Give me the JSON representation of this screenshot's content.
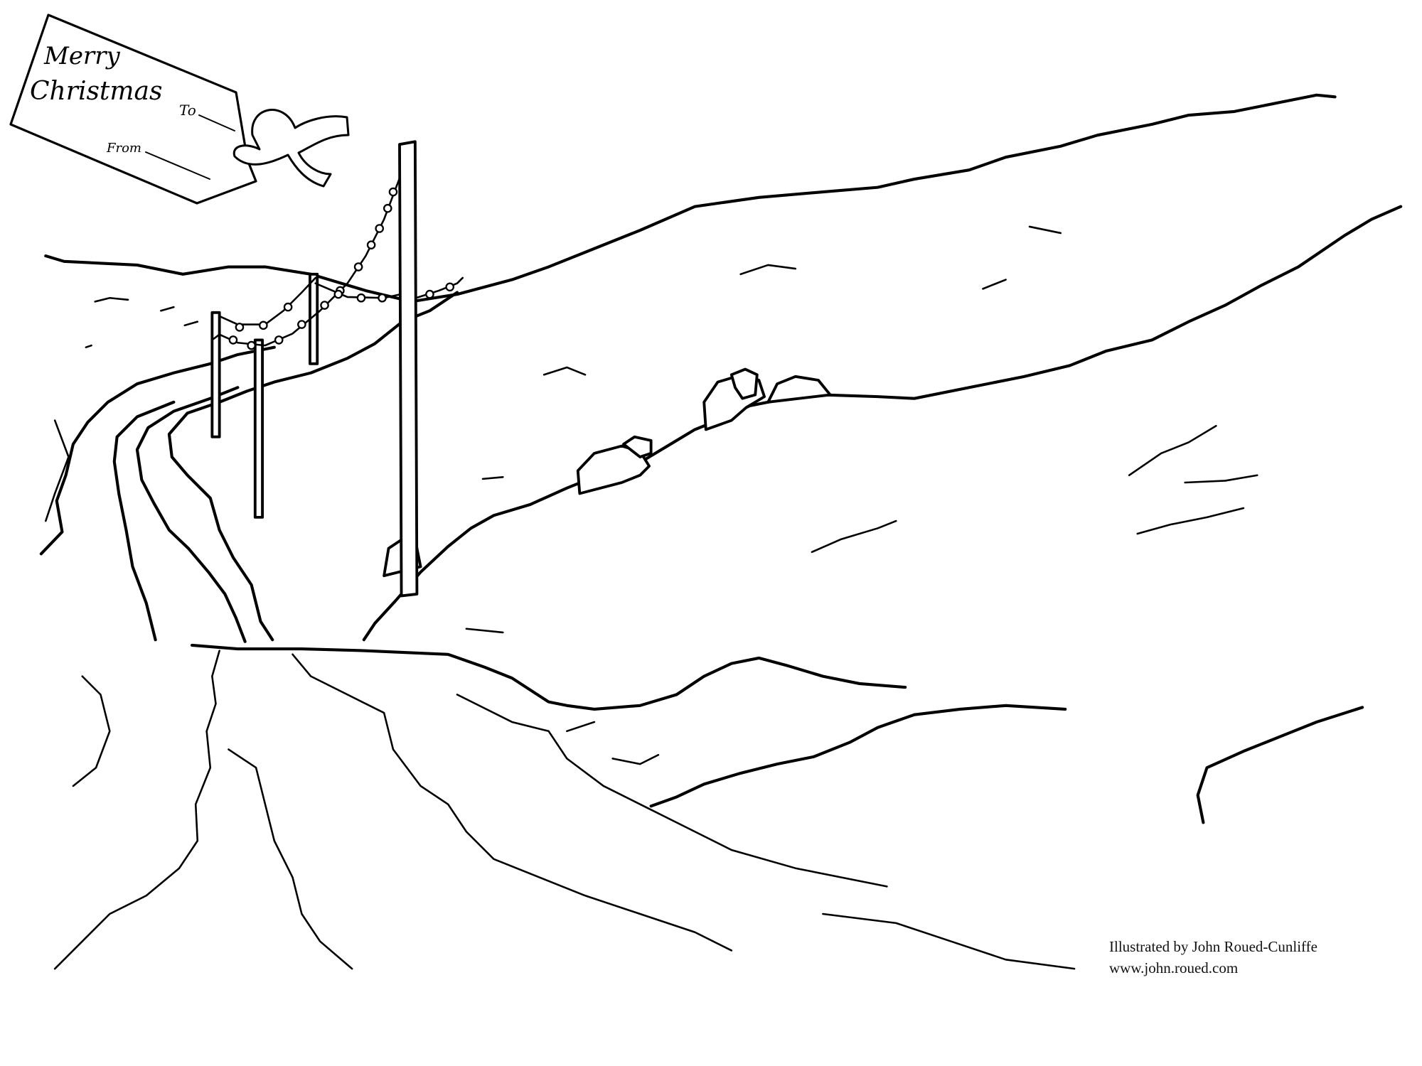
{
  "illustration": {
    "gift_tag": {
      "greeting_line1": "Merry",
      "greeting_line2": "Christmas",
      "to_label": "To",
      "from_label": "From"
    },
    "credit": {
      "line1": "Illustrated by John Roued-Cunliffe",
      "line2": "www.john.roued.com"
    },
    "colors": {
      "ink": "#000000",
      "paper": "#ffffff"
    }
  }
}
